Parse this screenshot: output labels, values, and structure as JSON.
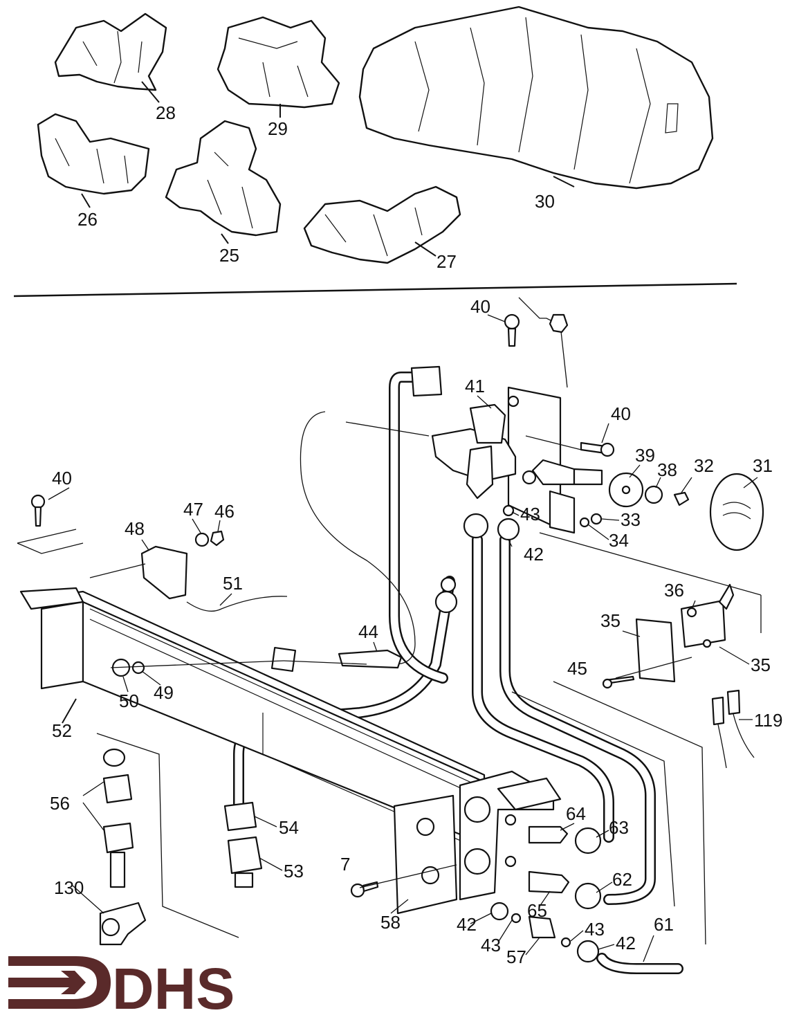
{
  "labels": {
    "rocks": [
      "28",
      "29",
      "30",
      "26",
      "25",
      "27"
    ],
    "top_bracket": [
      "40",
      "41",
      "40",
      "39",
      "38",
      "32",
      "31",
      "43",
      "33",
      "42",
      "34"
    ],
    "left_bracket": [
      "40",
      "48",
      "47",
      "46",
      "51"
    ],
    "burner": [
      "44",
      "50",
      "49",
      "52",
      "36",
      "35",
      "45",
      "35",
      "119"
    ],
    "fittings": [
      "56",
      "130",
      "54",
      "53",
      "7",
      "58",
      "64",
      "63",
      "62",
      "65",
      "42",
      "43",
      "57",
      "43",
      "42",
      "61"
    ]
  },
  "logo": {
    "text": "DHS",
    "color": "#5a2a2a"
  }
}
